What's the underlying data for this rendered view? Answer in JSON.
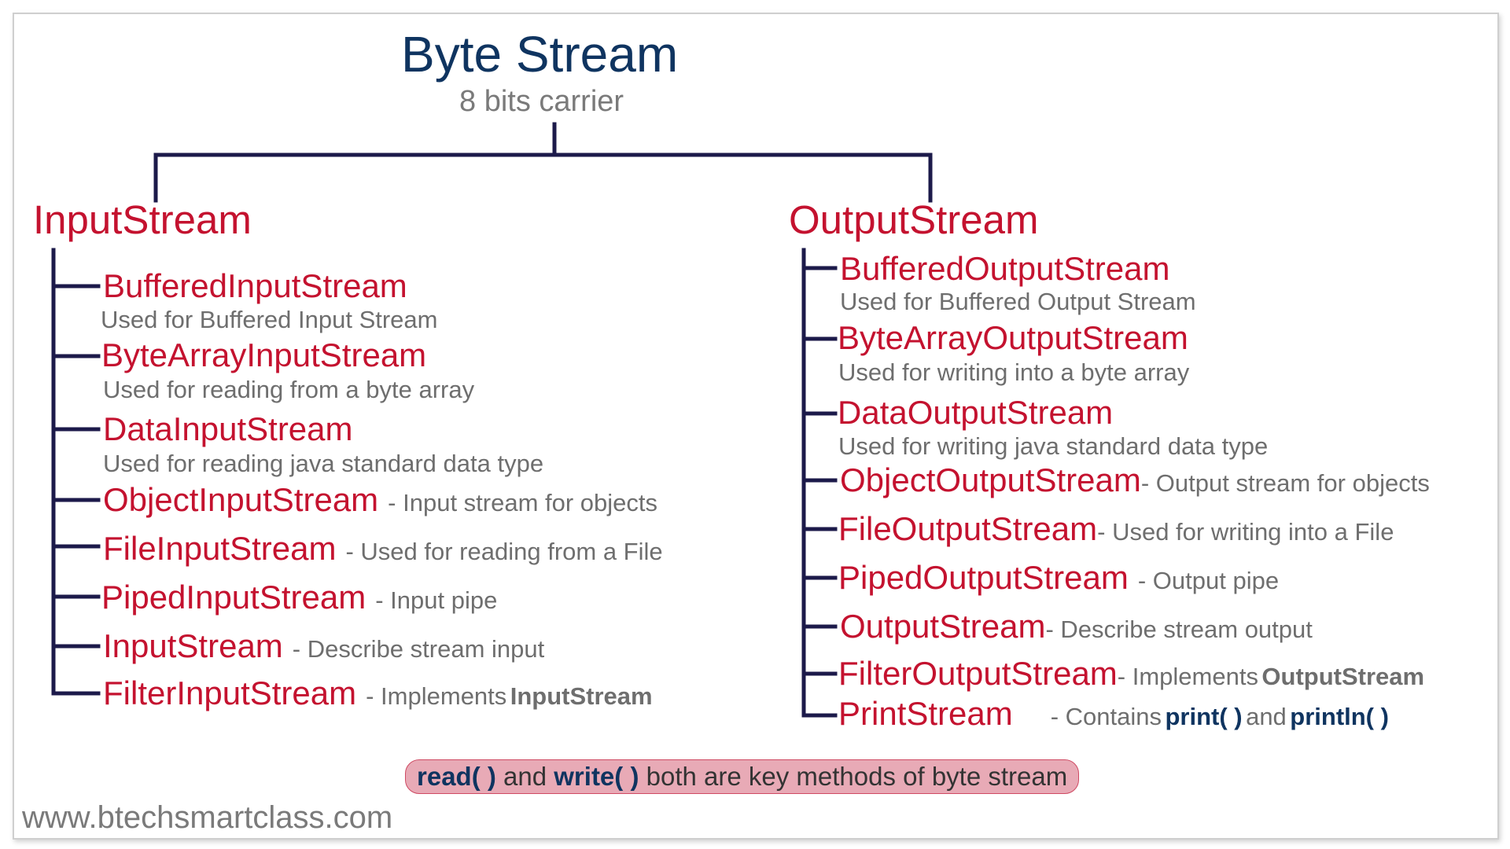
{
  "title": "Byte Stream",
  "subtitle": "8 bits carrier",
  "input": {
    "root": "InputStream",
    "classes": [
      {
        "name": "BufferedInputStream",
        "desc": "Used for Buffered Input Stream"
      },
      {
        "name": "ByteArrayInputStream",
        "desc": "Used for reading from a byte array"
      },
      {
        "name": "DataInputStream",
        "desc": "Used for reading java standard data type"
      },
      {
        "name": "ObjectInputStream",
        "desc": "- Input stream for objects"
      },
      {
        "name": "FileInputStream",
        "desc": "- Used for reading from a File"
      },
      {
        "name": "PipedInputStream",
        "desc": "- Input pipe"
      },
      {
        "name": "InputStream",
        "desc": "- Describe stream input"
      },
      {
        "name": "FilterInputStream",
        "desc": "- Implements",
        "desc_bold": "InputStream"
      }
    ]
  },
  "output": {
    "root": "OutputStream",
    "classes": [
      {
        "name": "BufferedOutputStream",
        "desc": "Used for Buffered Output Stream"
      },
      {
        "name": "ByteArrayOutputStream",
        "desc": "Used for writing into a byte array"
      },
      {
        "name": "DataOutputStream",
        "desc": "Used for writing java standard data type"
      },
      {
        "name": "ObjectOutputStream",
        "desc": "- Output stream for objects"
      },
      {
        "name": "FileOutputStream",
        "desc": "- Used for writing into a File"
      },
      {
        "name": "PipedOutputStream",
        "desc": "- Output pipe"
      },
      {
        "name": "OutputStream",
        "desc": "- Describe stream output"
      },
      {
        "name": "FilterOutputStream",
        "desc": "- Implements",
        "desc_bold": "OutputStream"
      },
      {
        "name": "PrintStream",
        "desc": "- Contains",
        "desc_bold": "print( )",
        "desc_mid": "and",
        "desc_bold2": "println( )"
      }
    ]
  },
  "note": {
    "method1": "read( )",
    "and": "and",
    "method2": "write( )",
    "rest": "both are key methods of byte stream"
  },
  "footer": "www.btechsmartclass.com",
  "colors": {
    "title": "#0f3460",
    "class_name": "#c4122f",
    "line": "#1c1a4a",
    "note_bg": "#e8aab6"
  }
}
